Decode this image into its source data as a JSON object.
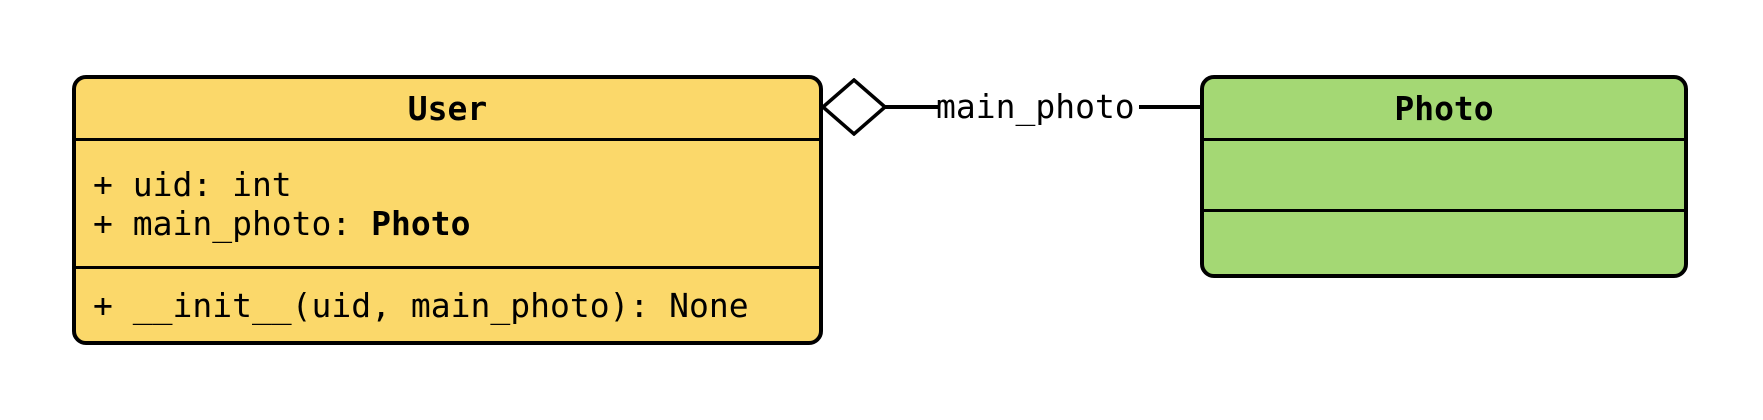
{
  "colors": {
    "user_fill": "#FBD86A",
    "photo_fill": "#A4D874",
    "stroke": "#000000",
    "background": "#FFFFFF"
  },
  "user_class": {
    "name": "User",
    "attributes": [
      {
        "text": "+ uid: int",
        "ref": ""
      },
      {
        "text": "+ main_photo: ",
        "ref": "Photo"
      }
    ],
    "methods": [
      {
        "text": "+ __init__(uid, main_photo): None"
      }
    ]
  },
  "photo_class": {
    "name": "Photo",
    "attributes": [],
    "methods": []
  },
  "relationship": {
    "label": "main_photo",
    "marker": "open-diamond-aggregation"
  }
}
